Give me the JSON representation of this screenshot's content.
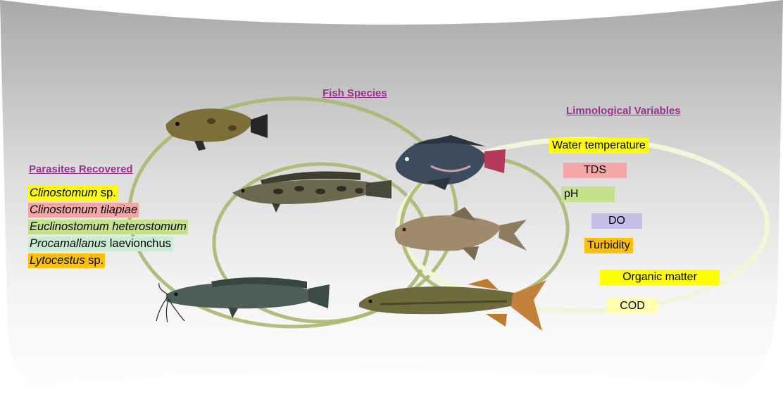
{
  "headings": {
    "fish": "Fish Species",
    "limnological": "Limnological Variables",
    "parasites": "Parasites Recovered"
  },
  "parasites": [
    {
      "italic": "Clinostomum",
      "plain": " sp.",
      "color": "#ffff00"
    },
    {
      "italic": "Clinostomum tilapiae",
      "plain": "",
      "color": "#f4a6a6"
    },
    {
      "italic": "Euclinostomum heterostomum",
      "plain": "",
      "color": "#c3e28a"
    },
    {
      "italic": "",
      "plain": "Procamallanus ",
      "italic2": "laevionchus",
      "color": "#c9ecd3"
    },
    {
      "italic": "Lytocestus",
      "plain": " sp.",
      "color": "#ffc000"
    }
  ],
  "variables": [
    {
      "label": "Water temperature",
      "color": "#ffff00"
    },
    {
      "label": "TDS",
      "color": "#f4a6a6"
    },
    {
      "label": "pH",
      "color": "#c3e28a"
    },
    {
      "label": "DO",
      "color": "#c3bfe6"
    },
    {
      "label": "Turbidity",
      "color": "#ffc000"
    },
    {
      "label": "Organic matter",
      "color": "#ffff00"
    },
    {
      "label": "COD",
      "color": "#ffffb0"
    }
  ],
  "fish": [
    {
      "name": "leaf-fish-icon",
      "body": "#7a6f3a",
      "tail": "#2a2a2a"
    },
    {
      "name": "tilapia-fish-icon",
      "body": "#3a4a5a",
      "tail": "#b03050"
    },
    {
      "name": "snakehead-fish-icon",
      "body": "#6b6a4e",
      "tail": "#4a4a3a"
    },
    {
      "name": "silver-barb-fish-icon",
      "body": "#9a8468",
      "tail": "#8a7a60"
    },
    {
      "name": "catfish-icon",
      "body": "#4a5a52",
      "tail": "#3a4a44"
    },
    {
      "name": "pike-fish-icon",
      "body": "#6a6a3a",
      "tail": "#c07a30"
    }
  ]
}
